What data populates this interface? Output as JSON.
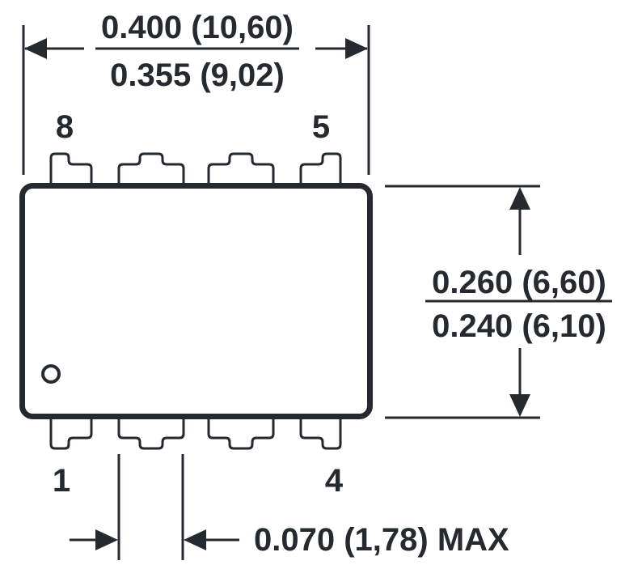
{
  "diagram": {
    "background": "#ffffff",
    "line_color": "#252a31",
    "width_dimension": {
      "max_label": "0.400 (10,60)",
      "min_label": "0.355 (9,02)"
    },
    "height_dimension": {
      "max_label": "0.260 (6,60)",
      "min_label": "0.240 (6,10)"
    },
    "lead_dimension": {
      "label": "0.070 (1,78) MAX"
    },
    "pin_numbers": {
      "top_left": "8",
      "top_right": "5",
      "bottom_left": "1",
      "bottom_right": "4"
    }
  }
}
